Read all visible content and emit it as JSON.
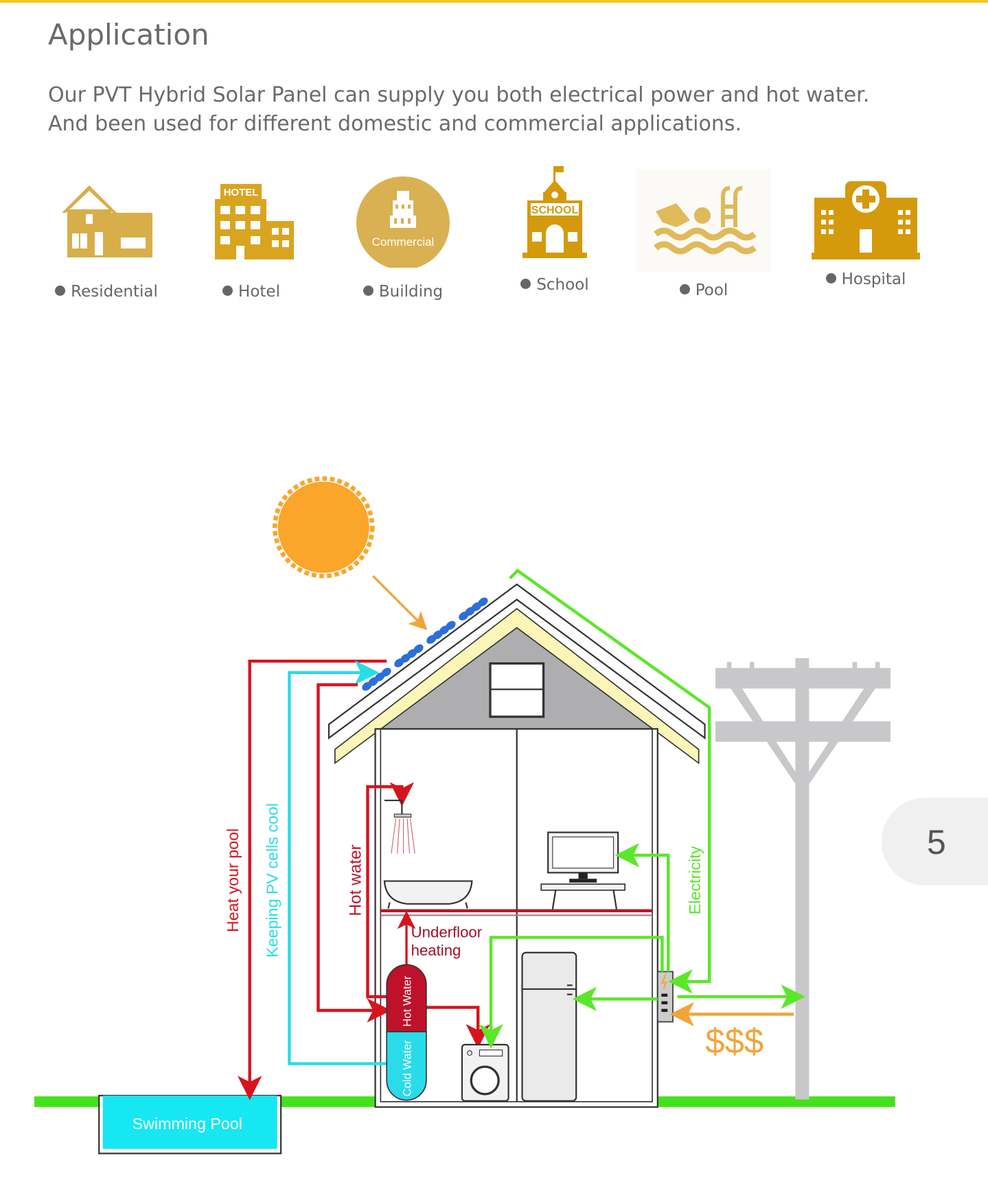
{
  "header": {
    "title": "Application"
  },
  "intro": {
    "line1": "Our PVT Hybrid Solar Panel can supply you both electrical power and hot water.",
    "line2": "And been used for different domestic and commercial applications."
  },
  "applications": [
    {
      "label": "Residential",
      "icon": "house-icon"
    },
    {
      "label": "Hotel",
      "icon": "hotel-icon",
      "sign": "HOTEL"
    },
    {
      "label": "Building",
      "icon": "commercial-building-icon",
      "sign": "Commercial"
    },
    {
      "label": "School",
      "icon": "school-icon",
      "sign": "SCHOOL"
    },
    {
      "label": "Pool",
      "icon": "swimming-pool-icon"
    },
    {
      "label": "Hospital",
      "icon": "hospital-icon"
    }
  ],
  "diagram": {
    "heat_pool": "Heat your pool",
    "keep_cool": "Keeping PV cells cool",
    "hot_water": "Hot water",
    "underfloor_1": "Underfloor",
    "underfloor_2": "heating",
    "tank_hot": "Hot Water",
    "tank_cold": "Cold Water",
    "electricity": "Electricity",
    "money": "$$$",
    "pool": "Swimming Pool"
  },
  "colors": {
    "accent": "#F2C71B",
    "icon_gold": "#D4A12A",
    "hot": "#D7141E",
    "cold": "#2ADBEA",
    "electric": "#5CE62A",
    "sun": "#F9A62B"
  },
  "pagination": {
    "page": "5"
  }
}
